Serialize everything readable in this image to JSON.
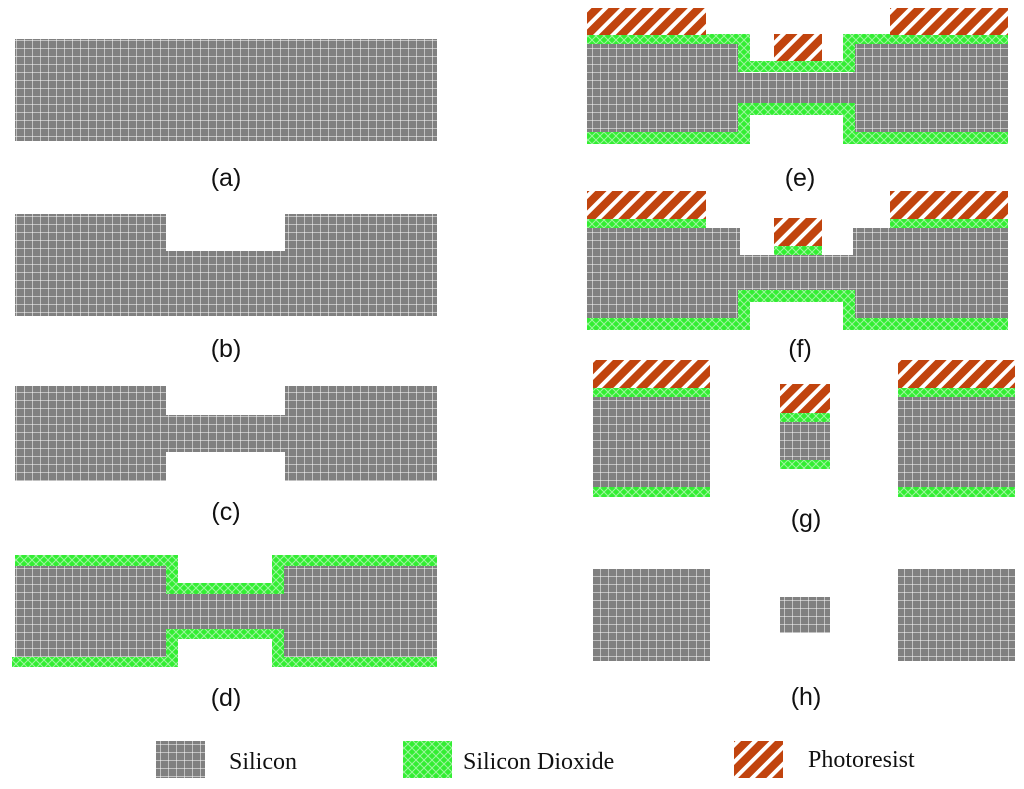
{
  "figure": {
    "steps": [
      {
        "key": "a",
        "label": "(a)"
      },
      {
        "key": "b",
        "label": "(b)"
      },
      {
        "key": "c",
        "label": "(c)"
      },
      {
        "key": "d",
        "label": "(d)"
      },
      {
        "key": "e",
        "label": "(e)"
      },
      {
        "key": "f",
        "label": "(f)"
      },
      {
        "key": "g",
        "label": "(g)"
      },
      {
        "key": "h",
        "label": "(h)"
      }
    ]
  },
  "legend": {
    "silicon": "Silicon",
    "silicon_dioxide": "Silicon Dioxide",
    "photoresist": "Photoresist"
  },
  "colors": {
    "silicon": "#808080",
    "silicon_grid": "#ffffff",
    "silicon_dioxide": "#33ee33",
    "photoresist": "#c1440e",
    "photoresist_stripe": "#ffffff"
  }
}
